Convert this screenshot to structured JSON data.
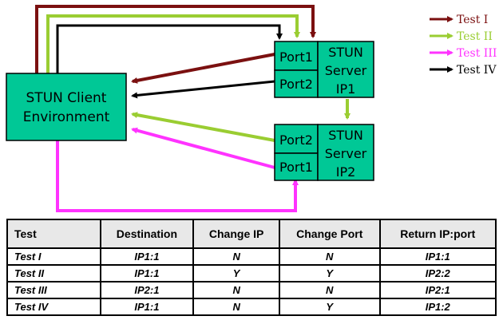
{
  "client": {
    "line1": "STUN Client",
    "line2": "Environment"
  },
  "server1": {
    "port1": "Port1",
    "port2": "Port2",
    "label": [
      "STUN",
      "Server",
      "IP1"
    ]
  },
  "server2": {
    "port2": "Port2",
    "port1": "Port1",
    "label": [
      "STUN",
      "Server",
      "IP2"
    ]
  },
  "legend": [
    {
      "label": "Test I",
      "color": "#7b1010"
    },
    {
      "label": "Test II",
      "color": "#9acd32"
    },
    {
      "label": "Test III",
      "color": "#ff33ff"
    },
    {
      "label": "Test IV",
      "color": "#000000"
    }
  ],
  "colors": {
    "box_fill": "#00c896",
    "box_border": "#000000",
    "header_bg": "#e8e8e8"
  },
  "table": {
    "headers": [
      "Test",
      "Destination",
      "Change IP",
      "Change Port",
      "Return IP:port"
    ],
    "rows": [
      [
        "Test I",
        "IP1:1",
        "N",
        "N",
        "IP1:1"
      ],
      [
        "Test II",
        "IP1:1",
        "Y",
        "Y",
        "IP2:2"
      ],
      [
        "Test III",
        "IP2:1",
        "N",
        "N",
        "IP2:1"
      ],
      [
        "Test IV",
        "IP1:1",
        "N",
        "Y",
        "IP1:2"
      ]
    ]
  }
}
